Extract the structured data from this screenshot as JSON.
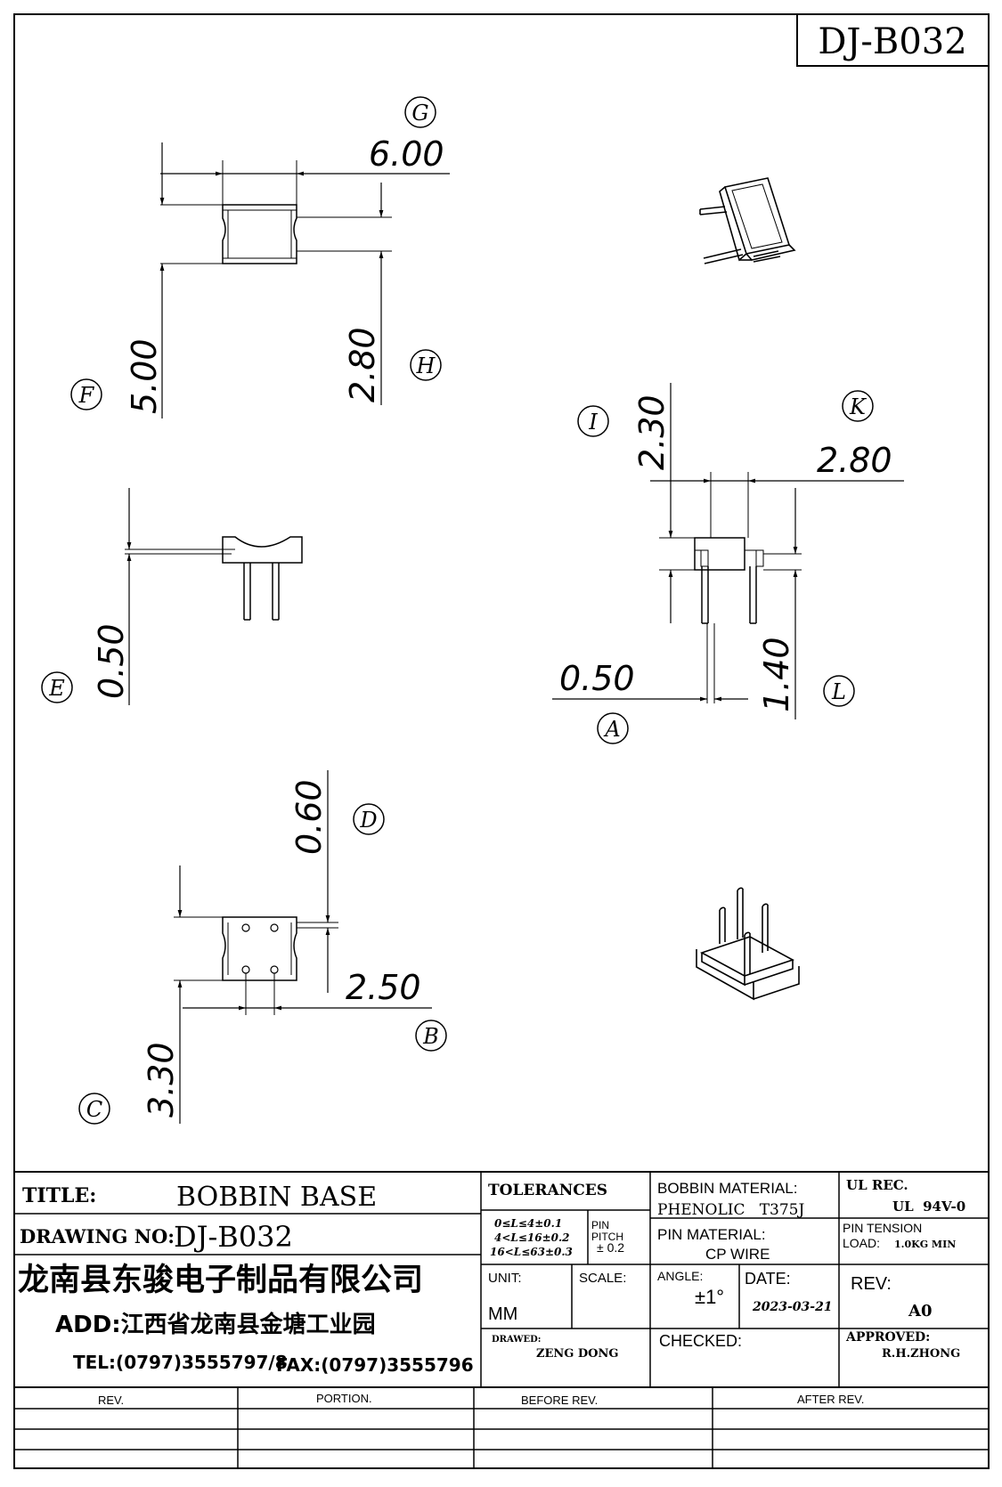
{
  "drawing_code": "DJ-B032",
  "dimensions": {
    "G": {
      "label": "G",
      "value": "6.00"
    },
    "H": {
      "label": "H",
      "value": "2.80"
    },
    "F": {
      "label": "F",
      "value": "5.00"
    },
    "E": {
      "label": "E",
      "value": "0.50"
    },
    "I": {
      "label": "I",
      "value": "2.30"
    },
    "K": {
      "label": "K",
      "value": "2.80"
    },
    "A": {
      "label": "A",
      "value": "0.50"
    },
    "L": {
      "label": "L",
      "value": "1.40"
    },
    "D": {
      "label": "D",
      "value": "0.60"
    },
    "B": {
      "label": "B",
      "value": "2.50"
    },
    "C": {
      "label": "C",
      "value": "3.30"
    }
  },
  "title_block": {
    "title_label": "TITLE:",
    "title_value": "BOBBIN BASE",
    "drawing_no_label": "DRAWING NO:",
    "drawing_no_value": "DJ-B032",
    "company": "龙南县东骏电子制品有限公司",
    "address": "ADD:江西省龙南县金塘工业园",
    "tel": "TEL:(0797)3555797/8",
    "fax": "FAX:(0797)3555796",
    "tolerances_label": "TOLERANCES",
    "tol_line1": "0≤L≤4±0.1",
    "tol_line2": "4<L≤16±0.2",
    "tol_line3": "16<L≤63±0.3",
    "pin_pitch_label1": "PIN",
    "pin_pitch_label2": "PITCH",
    "pin_pitch_value": "± 0.2",
    "unit_label": "UNIT:",
    "unit_value": "MM",
    "scale_label": "SCALE:",
    "bobbin_material_label": "BOBBIN MATERIAL:",
    "bobbin_material_value": "PHENOLIC   T375J",
    "pin_material_label": "PIN MATERIAL:",
    "pin_material_value": "CP WIRE",
    "angle_label": "ANGLE:",
    "angle_value": "±1°",
    "date_label": "DATE:",
    "date_value": "2023-03-21",
    "ul_label": "UL REC.",
    "ul_value": "UL  94V-0",
    "pin_tension_label": "PIN TENSION",
    "pin_tension_load_label": "LOAD:",
    "pin_tension_value": "1.0KG MIN",
    "rev_label": "REV:",
    "rev_value": "A0",
    "drawn_label": "DRAWED:",
    "drawn_value": "ZENG DONG",
    "checked_label": "CHECKED:",
    "approved_label": "APPROVED:",
    "approved_value": "R.H.ZHONG"
  },
  "revision_table": {
    "headers": [
      "REV.",
      "PORTION.",
      "BEFORE REV.",
      "AFTER REV."
    ]
  }
}
